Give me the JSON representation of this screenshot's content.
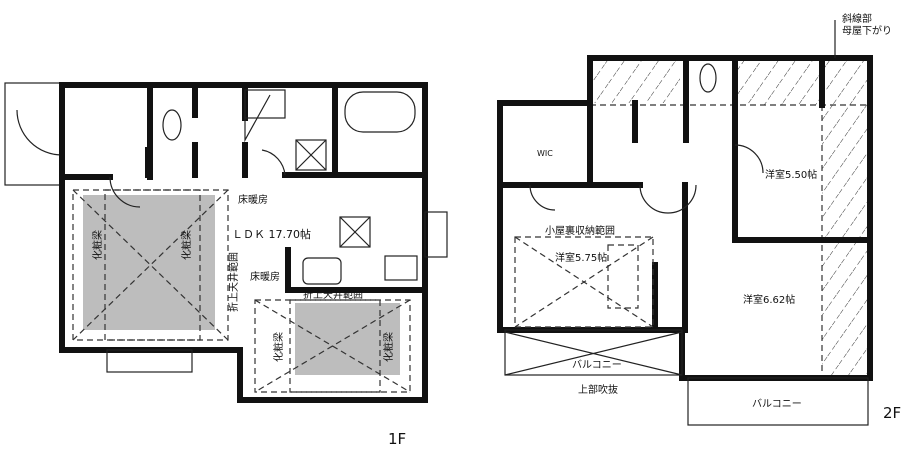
{
  "floor1": {
    "floor_label": "1F",
    "ldk": "ＬＤＫ 17.70帖",
    "floor_heating_1": "床暖房",
    "floor_heating_2": "床暖房",
    "coffered_ceiling_1": "折上天井範囲",
    "coffered_ceiling_2": "折上天井範囲",
    "beam_1": "化粧梁",
    "beam_2": "化粧梁",
    "beam_3": "化粧梁",
    "beam_4": "化粧梁"
  },
  "floor2": {
    "floor_label": "2F",
    "hatch_note_1": "斜線部",
    "hatch_note_2": "母屋下がり",
    "wic": "WIC",
    "room_550": "洋室5.50帖",
    "attic_storage": "小屋裏収納範囲",
    "room_575": "洋室5.75帖",
    "room_662": "洋室6.62帖",
    "balcony_1": "バルコニー",
    "balcony_2": "バルコニー",
    "void_above": "上部吹抜"
  },
  "colors": {
    "wall": "#111111",
    "ceiling_fill": "#bdbdbd"
  }
}
